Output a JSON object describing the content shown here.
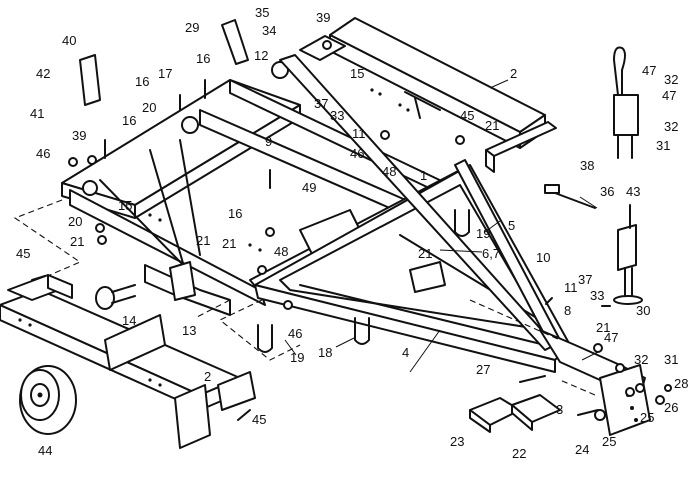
{
  "callouts": {
    "c29": "29",
    "c35": "35",
    "c34": "34",
    "c39a": "39",
    "c40": "40",
    "c42": "42",
    "c41": "41",
    "c16a": "16",
    "c17": "17",
    "c16b": "16",
    "c16c": "16",
    "c12": "12",
    "c15a": "15",
    "c2a": "2",
    "c37a": "37",
    "c33a": "33",
    "c11a": "11",
    "c45a": "45",
    "c21a": "21",
    "c46a": "46",
    "c9": "9",
    "c20a": "20",
    "c39b": "39",
    "c46b": "46",
    "c1": "1",
    "c48a": "48",
    "c49": "49",
    "c15b": "15",
    "c21b": "21",
    "c16d": "16",
    "c20b": "20",
    "c21c": "21",
    "c19a": "19",
    "c5": "5",
    "c21d": "21",
    "c48b": "48",
    "c21e": "21",
    "c67": "6,7",
    "c45b": "45",
    "c10": "10",
    "c14": "14",
    "c13": "13",
    "c46c": "46",
    "c19b": "19",
    "c18": "18",
    "c4": "4",
    "c11b": "11",
    "c37b": "37",
    "c33b": "33",
    "c8": "8",
    "c21f": "21",
    "c30": "30",
    "c47a": "47",
    "c32a": "32",
    "c47b": "47",
    "c32b": "32",
    "c31a": "31",
    "c38": "38",
    "c36": "36",
    "c43": "43",
    "c47c": "47",
    "c32c": "32",
    "c31b": "31",
    "c28": "28",
    "c27": "27",
    "c3": "3",
    "c2b": "2",
    "c26": "26",
    "c25a": "25",
    "c25b": "25",
    "c45c": "45",
    "c44": "44",
    "c24": "24",
    "c23": "23",
    "c22": "22"
  }
}
